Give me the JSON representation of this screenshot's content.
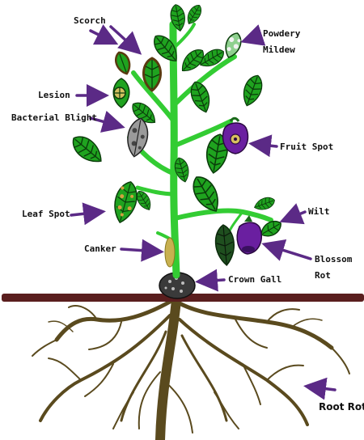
{
  "labels": {
    "scorch": "Scorch",
    "powdery_mildew_line1": "Powdery",
    "powdery_mildew_line2": "Mildew",
    "lesion": "Lesion",
    "bacterial_blight": "Bacterial Blight",
    "fruit_spot": "Fruit Spot",
    "leaf_spot": "Leaf Spot",
    "wilt": "Wilt",
    "canker": "Canker",
    "blossom_rot_line1": "Blossom",
    "blossom_rot_line2": "Rot",
    "crown_gall": "Crown Gall",
    "root_rot": "Root Rot"
  },
  "colors": {
    "arrow": "#5b2a86",
    "stem": "#33cc33",
    "leaf": "#1fa31f",
    "leaf_vein": "#0b3d0b",
    "soil_line": "#5a1e1e",
    "root": "#5a4a1e",
    "fruit_purple": "#6a1fa0",
    "label_text": "#111111"
  }
}
